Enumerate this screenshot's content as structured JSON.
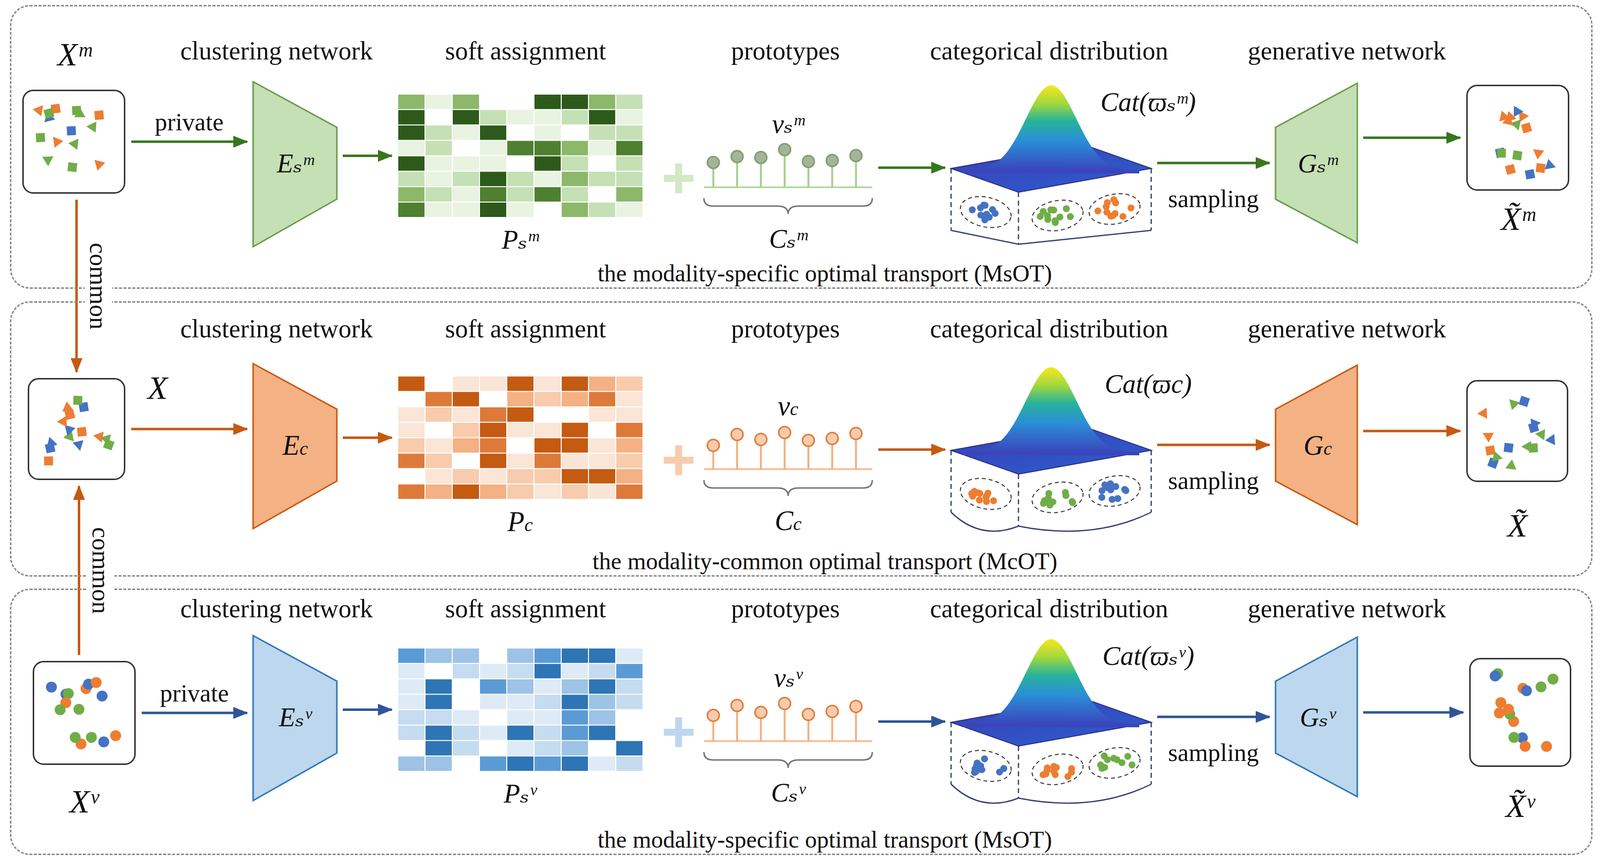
{
  "diagram": {
    "nodes": [
      {
        "text": [
          "the modality-specific optimal transport (MsOT)"
        ]
      },
      {
        "text": [
          "Xᵐ"
        ],
        "in": 0
      },
      {
        "text": [
          "clustering network",
          "Eₛᵐ"
        ],
        "in": 0
      },
      {
        "text": [
          "soft assignment",
          "Pₛᵐ"
        ],
        "in": 0
      },
      {
        "text": [
          "prototypes",
          "vₛᵐ",
          "Cₛᵐ"
        ],
        "in": 0
      },
      {
        "text": [
          "categorical distribution",
          "Cat(ϖₛᵐ)"
        ],
        "in": 0
      },
      {
        "text": [
          "generative network",
          "Gₛᵐ"
        ],
        "in": 0
      },
      {
        "text": [
          "X̃ᵐ"
        ],
        "in": 0
      },
      {
        "text": [
          "the modality-common optimal transport (McOT)"
        ]
      },
      {
        "text": [
          "X"
        ],
        "in": 8
      },
      {
        "text": [
          "clustering network",
          "Ec"
        ],
        "in": 8
      },
      {
        "text": [
          "soft assignment",
          "Pc"
        ],
        "in": 8
      },
      {
        "text": [
          "prototypes",
          "vc",
          "Cc"
        ],
        "in": 8
      },
      {
        "text": [
          "categorical distribution",
          "Cat(ϖc)"
        ],
        "in": 8
      },
      {
        "text": [
          "generative network",
          "Gc"
        ],
        "in": 8
      },
      {
        "text": [
          "X̃"
        ],
        "in": 8
      },
      {
        "text": [
          "the modality-specific optimal transport (MsOT)"
        ]
      },
      {
        "text": [
          "Xᵛ"
        ],
        "in": 16
      },
      {
        "text": [
          "clustering network",
          "Eₛᵛ"
        ],
        "in": 16
      },
      {
        "text": [
          "soft assignment",
          "Pₛᵛ"
        ],
        "in": 16
      },
      {
        "text": [
          "prototypes",
          "vₛᵛ",
          "Cₛᵛ"
        ],
        "in": 16
      },
      {
        "text": [
          "categorical distribution",
          "Cat(ϖₛᵛ)"
        ],
        "in": 16
      },
      {
        "text": [
          "generative network",
          "Gₛᵛ"
        ],
        "in": 16
      },
      {
        "text": [
          "X̃ᵛ"
        ],
        "in": 16
      }
    ],
    "edges": [
      {
        "from": 1,
        "to": 2,
        "arrow": "to",
        "label": "private"
      },
      {
        "from": 2,
        "to": 3,
        "arrow": "to"
      },
      {
        "from": 4,
        "to": 5,
        "arrow": "to"
      },
      {
        "from": 5,
        "to": 6,
        "arrow": "to",
        "label": "sampling"
      },
      {
        "from": 6,
        "to": 7,
        "arrow": "to"
      },
      {
        "from": 9,
        "to": 10,
        "arrow": "to"
      },
      {
        "from": 10,
        "to": 11,
        "arrow": "to"
      },
      {
        "from": 12,
        "to": 13,
        "arrow": "to"
      },
      {
        "from": 13,
        "to": 14,
        "arrow": "to",
        "label": "sampling"
      },
      {
        "from": 14,
        "to": 15,
        "arrow": "to"
      },
      {
        "from": 17,
        "to": 18,
        "arrow": "to",
        "label": "private"
      },
      {
        "from": 18,
        "to": 19,
        "arrow": "to"
      },
      {
        "from": 20,
        "to": 21,
        "arrow": "to"
      },
      {
        "from": 21,
        "to": 22,
        "arrow": "to",
        "label": "sampling"
      },
      {
        "from": 22,
        "to": 23,
        "arrow": "to"
      },
      {
        "from": 1,
        "to": 9,
        "arrow": "to",
        "label": "common"
      },
      {
        "from": 17,
        "to": 9,
        "arrow": "to",
        "label": "common"
      }
    ]
  }
}
